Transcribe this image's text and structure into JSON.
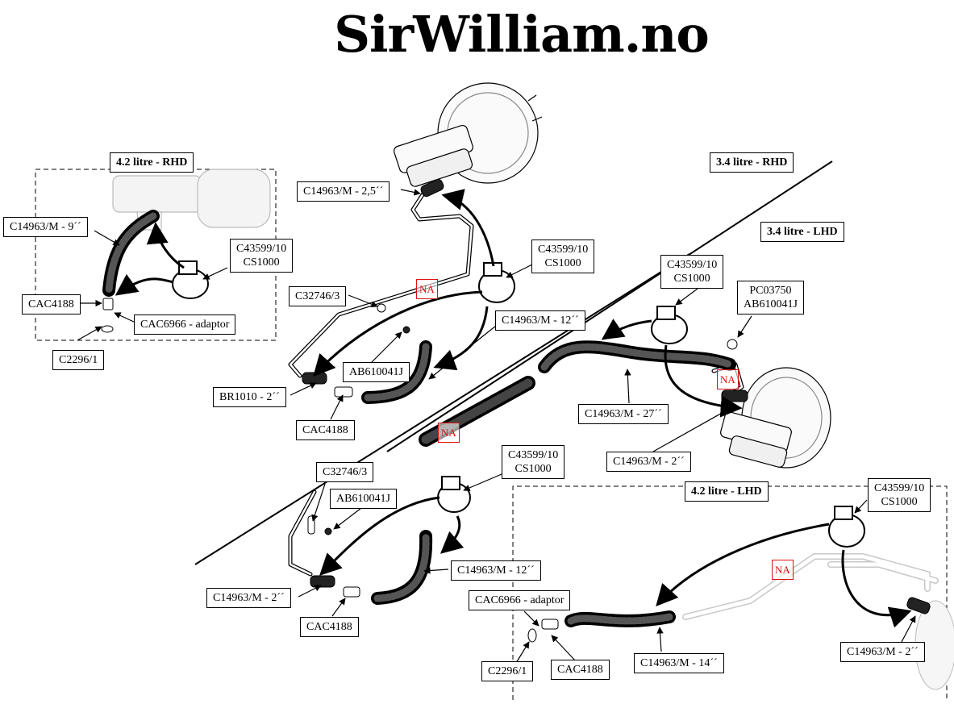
{
  "brand": "SirWilliam.no",
  "sections": {
    "rhd42": "4.2 litre - RHD",
    "rhd34": "3.4 litre - RHD",
    "lhd34": "3.4 litre - LHD",
    "lhd42": "4.2 litre - LHD"
  },
  "na_mark": "NA",
  "parts": {
    "p1": "C14963/M - 9´´",
    "p2a": "C43599/10",
    "p2b": "CS1000",
    "p3": "CAC4188",
    "p4": "CAC6966 - adaptor",
    "p5": "C2296/1",
    "p6": "C14963/M - 2,5´´",
    "p7a": "C43599/10",
    "p7b": "CS1000",
    "p8": "C32746/3",
    "p9": "C14963/M - 12´´",
    "p10": "AB610041J",
    "p11": "BR1010 - 2´´",
    "p12": "CAC4188",
    "p13a": "C43599/10",
    "p13b": "CS1000",
    "p14a": "PC03750",
    "p14b": "AB610041J",
    "p15": "C14963/M - 27´´",
    "p16": "C14963/M - 2´´",
    "p17": "C32746/3",
    "p18a": "C43599/10",
    "p18b": "CS1000",
    "p19": "AB610041J",
    "p20": "C14963/M - 12´´",
    "p21": "C14963/M - 2´´",
    "p22": "CAC4188",
    "p23a": "C43599/10",
    "p23b": "CS1000",
    "p24": "CAC6966 - adaptor",
    "p25": "C2296/1",
    "p26": "CAC4188",
    "p27": "C14963/M - 14´´",
    "p28": "C14963/M - 2´´"
  }
}
